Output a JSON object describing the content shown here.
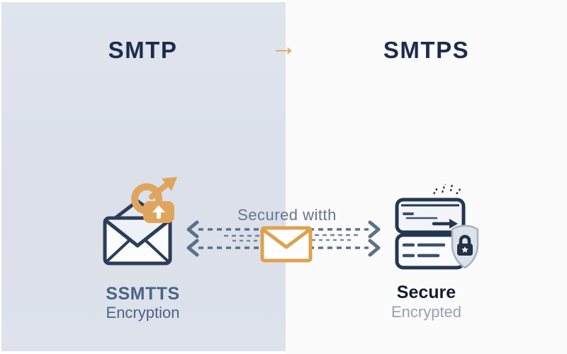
{
  "left_panel": {
    "title": "SMTP",
    "caption_line1": "SSMTTS",
    "caption_line2": "Encryption"
  },
  "right_panel": {
    "title": "SMTPS",
    "caption_line1": "Secure",
    "caption_line2": "Encrypted"
  },
  "transition": {
    "label": "Secured witth",
    "arrow_glyph": "→"
  },
  "icons": {
    "transition_arrow": "right-arrow-icon",
    "left_icon": "mail-unlocked-icon",
    "message_icon": "envelope-icon",
    "right_icon": "server-shield-icon",
    "exchange_arrows": "bidirectional-dashed-arrows-icon"
  },
  "colors": {
    "accent_orange": "#dca155",
    "navy_title": "#1e2b4e",
    "slate_text": "#66758d",
    "caption_slate": "#4c6387",
    "caption_dark": "#141d2e",
    "caption_gray": "#97a1ae",
    "panel_left_bg": "#dde2eb",
    "panel_right_bg": "#fbfbfc",
    "dash_line": "#5d7089",
    "icon_outline": "#25354f"
  }
}
